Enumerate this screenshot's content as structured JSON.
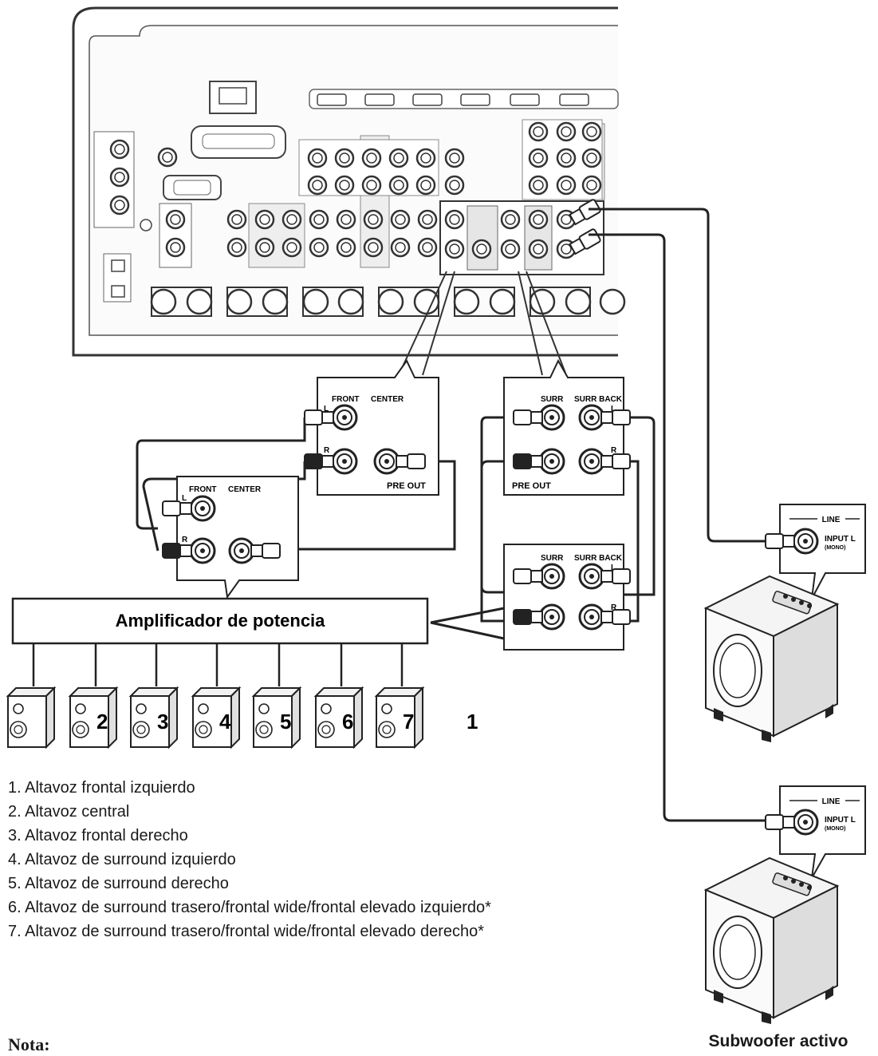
{
  "amplifier": {
    "label": "Amplificador de potencia"
  },
  "speakers": {
    "numbers": [
      "2",
      "3",
      "4",
      "5",
      "6",
      "7"
    ],
    "extra_number": "1"
  },
  "panels": {
    "front_center": {
      "front": "FRONT",
      "center": "CENTER",
      "pre_out": "PRE OUT",
      "l": "L",
      "r": "R"
    },
    "surr": {
      "surr": "SURR",
      "surr_back": "SURR BACK",
      "pre_out": "PRE OUT",
      "l": "L",
      "r": "R"
    }
  },
  "subwoofer_panel": {
    "line": "LINE",
    "input_l": "INPUT L",
    "mono": "(MONO)"
  },
  "legend": {
    "items": [
      "1. Altavoz frontal izquierdo",
      "2. Altavoz central",
      "3. Altavoz frontal derecho",
      "4. Altavoz de surround izquierdo",
      "5. Altavoz de surround derecho",
      "6. Altavoz de surround trasero/frontal wide/frontal elevado izquierdo*",
      "7. Altavoz de surround trasero/frontal wide/frontal elevado derecho*"
    ]
  },
  "note_label": "Nota:",
  "subwoofer_label": "Subwoofer activo"
}
